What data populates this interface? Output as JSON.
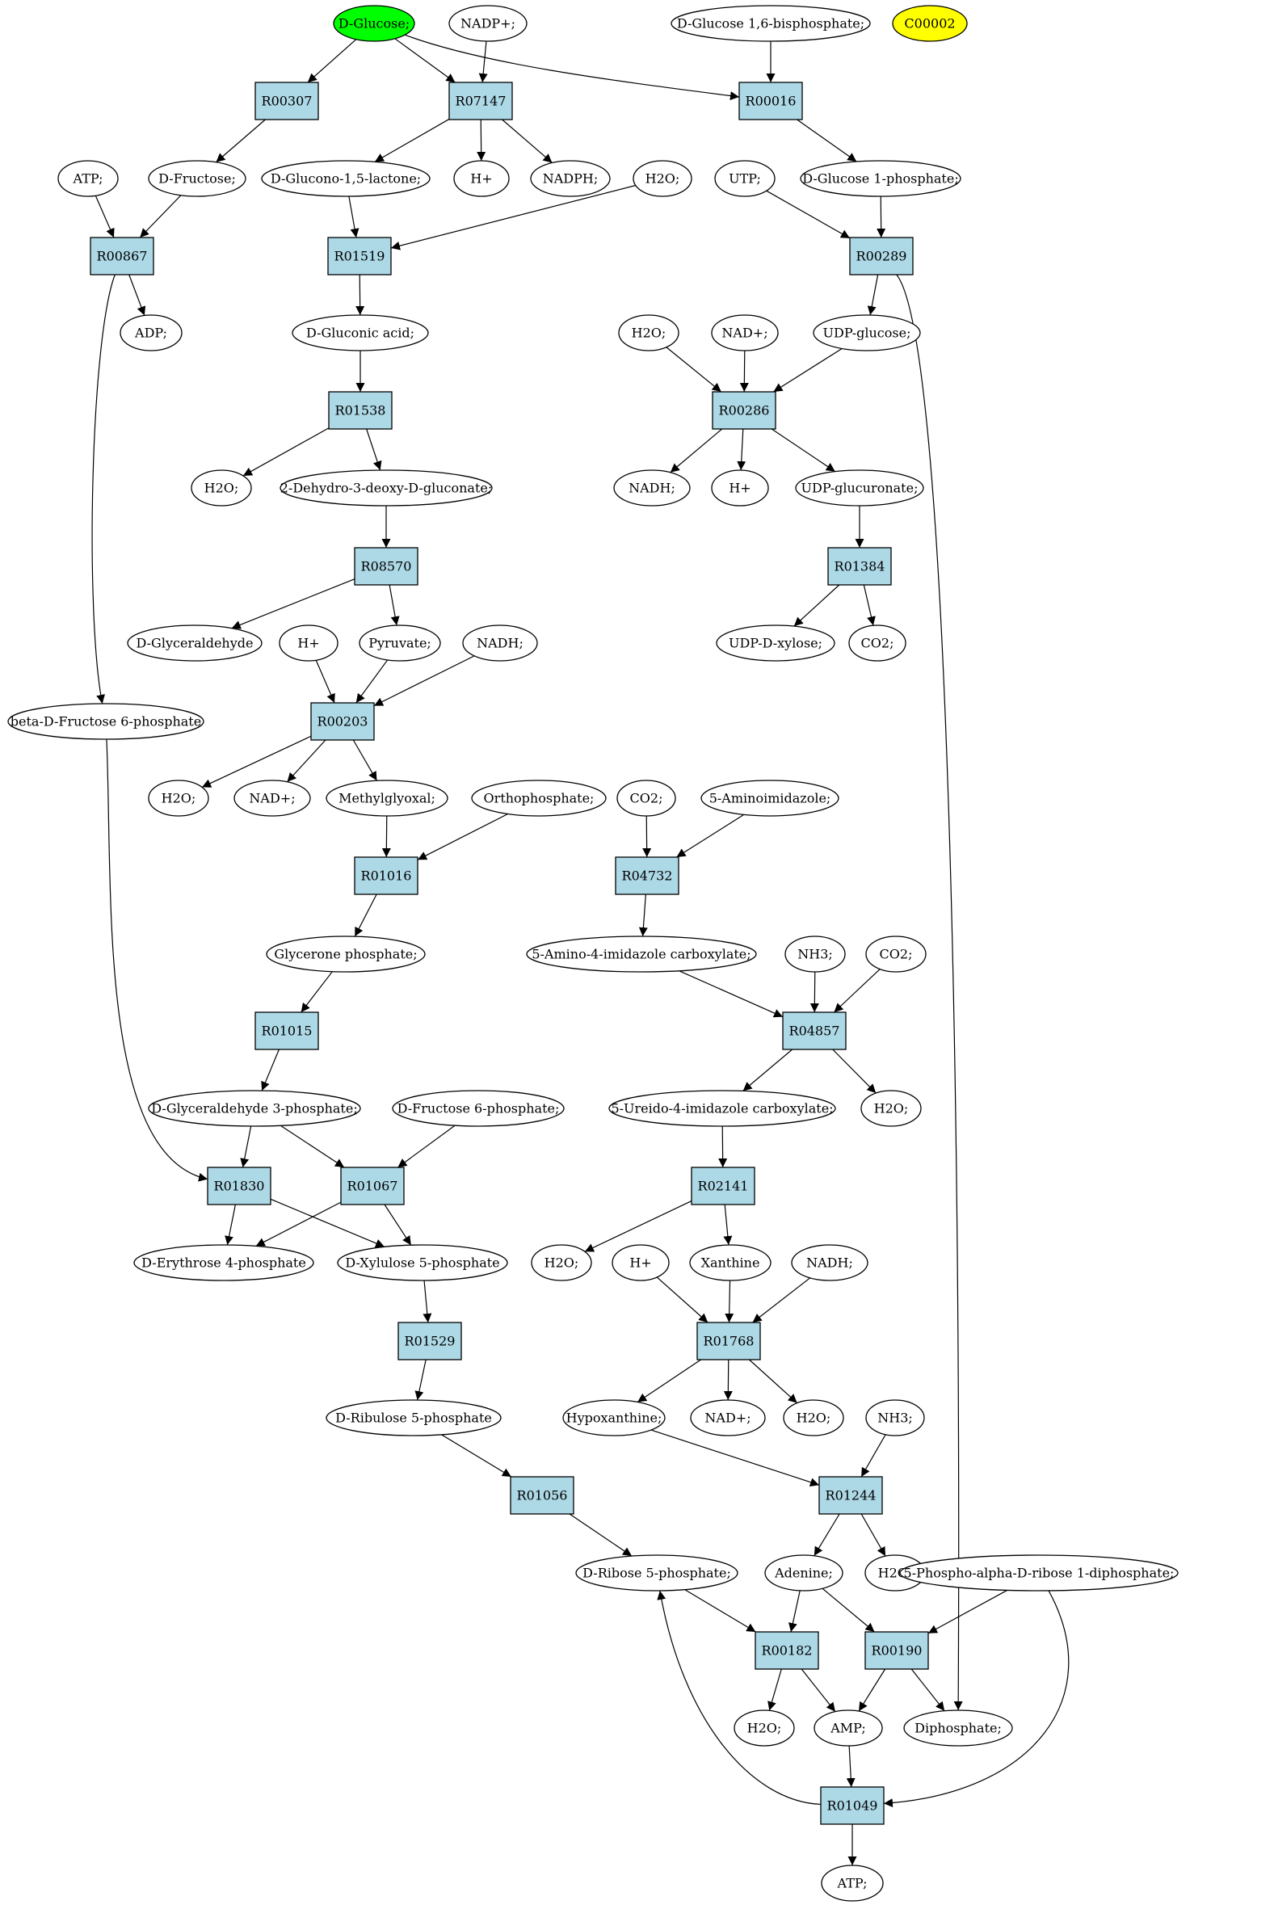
{
  "colors": {
    "reaction_fill": "#add8e6",
    "metabolite_fill": "#ffffff",
    "start_fill": "#00ff00",
    "highlight_fill": "#ffff00",
    "edge": "#000000"
  },
  "nodes": [
    {
      "id": "n_glucose",
      "kind": "metabolite",
      "label": "D-Glucose;",
      "fill": "#00ff00"
    },
    {
      "id": "n_nadp",
      "kind": "metabolite",
      "label": "NADP+;"
    },
    {
      "id": "n_g16bp",
      "kind": "metabolite",
      "label": "D-Glucose 1,6-bisphosphate;"
    },
    {
      "id": "n_c00002",
      "kind": "metabolite",
      "label": "C00002",
      "fill": "#ffff00"
    },
    {
      "id": "r_R00307",
      "kind": "reaction",
      "label": "R00307"
    },
    {
      "id": "r_R07147",
      "kind": "reaction",
      "label": "R07147"
    },
    {
      "id": "r_R00016",
      "kind": "reaction",
      "label": "R00016"
    },
    {
      "id": "n_atp1",
      "kind": "metabolite",
      "label": "ATP;"
    },
    {
      "id": "n_fructose",
      "kind": "metabolite",
      "label": "D-Fructose;"
    },
    {
      "id": "n_glucono",
      "kind": "metabolite",
      "label": "D-Glucono-1,5-lactone;"
    },
    {
      "id": "n_hplus1",
      "kind": "metabolite",
      "label": "H+"
    },
    {
      "id": "n_nadph",
      "kind": "metabolite",
      "label": "NADPH;"
    },
    {
      "id": "n_h2o1",
      "kind": "metabolite",
      "label": "H2O;"
    },
    {
      "id": "n_utp",
      "kind": "metabolite",
      "label": "UTP;"
    },
    {
      "id": "n_g1p",
      "kind": "metabolite",
      "label": "D-Glucose 1-phosphate;"
    },
    {
      "id": "r_R00867",
      "kind": "reaction",
      "label": "R00867"
    },
    {
      "id": "r_R01519",
      "kind": "reaction",
      "label": "R01519"
    },
    {
      "id": "r_R00289",
      "kind": "reaction",
      "label": "R00289"
    },
    {
      "id": "n_adp",
      "kind": "metabolite",
      "label": "ADP;"
    },
    {
      "id": "n_gluconic",
      "kind": "metabolite",
      "label": "D-Gluconic acid;"
    },
    {
      "id": "n_h2o2",
      "kind": "metabolite",
      "label": "H2O;"
    },
    {
      "id": "n_nad1",
      "kind": "metabolite",
      "label": "NAD+;"
    },
    {
      "id": "n_udpglucose",
      "kind": "metabolite",
      "label": "UDP-glucose;"
    },
    {
      "id": "r_R01538",
      "kind": "reaction",
      "label": "R01538"
    },
    {
      "id": "r_R00286",
      "kind": "reaction",
      "label": "R00286"
    },
    {
      "id": "n_h2o3",
      "kind": "metabolite",
      "label": "H2O;"
    },
    {
      "id": "n_kdg",
      "kind": "metabolite",
      "label": "2-Dehydro-3-deoxy-D-gluconate;"
    },
    {
      "id": "n_nadh1",
      "kind": "metabolite",
      "label": "NADH;"
    },
    {
      "id": "n_hplus2",
      "kind": "metabolite",
      "label": "H+"
    },
    {
      "id": "n_udpglucuronate",
      "kind": "metabolite",
      "label": "UDP-glucuronate;"
    },
    {
      "id": "r_R08570",
      "kind": "reaction",
      "label": "R08570"
    },
    {
      "id": "r_R01384",
      "kind": "reaction",
      "label": "R01384"
    },
    {
      "id": "n_glyceraldehyde",
      "kind": "metabolite",
      "label": "D-Glyceraldehyde"
    },
    {
      "id": "n_hplus3",
      "kind": "metabolite",
      "label": "H+"
    },
    {
      "id": "n_pyruvate",
      "kind": "metabolite",
      "label": "Pyruvate;"
    },
    {
      "id": "n_nadh2",
      "kind": "metabolite",
      "label": "NADH;"
    },
    {
      "id": "n_udpxylose",
      "kind": "metabolite",
      "label": "UDP-D-xylose;"
    },
    {
      "id": "n_co2_1",
      "kind": "metabolite",
      "label": "CO2;"
    },
    {
      "id": "n_bf6p",
      "kind": "metabolite",
      "label": "beta-D-Fructose 6-phosphate"
    },
    {
      "id": "r_R00203",
      "kind": "reaction",
      "label": "R00203"
    },
    {
      "id": "n_h2o4",
      "kind": "metabolite",
      "label": "H2O;"
    },
    {
      "id": "n_nad2",
      "kind": "metabolite",
      "label": "NAD+;"
    },
    {
      "id": "n_methylglyoxal",
      "kind": "metabolite",
      "label": "Methylglyoxal;"
    },
    {
      "id": "n_orthophosphate",
      "kind": "metabolite",
      "label": "Orthophosphate;"
    },
    {
      "id": "n_co2_2",
      "kind": "metabolite",
      "label": "CO2;"
    },
    {
      "id": "n_aminoimidazole",
      "kind": "metabolite",
      "label": "5-Aminoimidazole;"
    },
    {
      "id": "r_R01016",
      "kind": "reaction",
      "label": "R01016"
    },
    {
      "id": "r_R04732",
      "kind": "reaction",
      "label": "R04732"
    },
    {
      "id": "n_glyceronep",
      "kind": "metabolite",
      "label": "Glycerone phosphate;"
    },
    {
      "id": "n_aic",
      "kind": "metabolite",
      "label": "5-Amino-4-imidazole carboxylate;"
    },
    {
      "id": "n_nh3_1",
      "kind": "metabolite",
      "label": "NH3;"
    },
    {
      "id": "n_co2_3",
      "kind": "metabolite",
      "label": "CO2;"
    },
    {
      "id": "r_R01015",
      "kind": "reaction",
      "label": "R01015"
    },
    {
      "id": "r_R04857",
      "kind": "reaction",
      "label": "R04857"
    },
    {
      "id": "n_g3p",
      "kind": "metabolite",
      "label": "D-Glyceraldehyde 3-phosphate;"
    },
    {
      "id": "n_f6p",
      "kind": "metabolite",
      "label": "D-Fructose 6-phosphate;"
    },
    {
      "id": "n_uic",
      "kind": "metabolite",
      "label": "5-Ureido-4-imidazole carboxylate;"
    },
    {
      "id": "n_h2o5",
      "kind": "metabolite",
      "label": "H2O;"
    },
    {
      "id": "r_R01830",
      "kind": "reaction",
      "label": "R01830"
    },
    {
      "id": "r_R01067",
      "kind": "reaction",
      "label": "R01067"
    },
    {
      "id": "r_R02141",
      "kind": "reaction",
      "label": "R02141"
    },
    {
      "id": "n_e4p",
      "kind": "metabolite",
      "label": "D-Erythrose 4-phosphate"
    },
    {
      "id": "n_x5p",
      "kind": "metabolite",
      "label": "D-Xylulose 5-phosphate"
    },
    {
      "id": "n_h2o6",
      "kind": "metabolite",
      "label": "H2O;"
    },
    {
      "id": "n_hplus4",
      "kind": "metabolite",
      "label": "H+"
    },
    {
      "id": "n_xanthine",
      "kind": "metabolite",
      "label": "Xanthine"
    },
    {
      "id": "n_nadh3",
      "kind": "metabolite",
      "label": "NADH;"
    },
    {
      "id": "r_R01529",
      "kind": "reaction",
      "label": "R01529"
    },
    {
      "id": "r_R01768",
      "kind": "reaction",
      "label": "R01768"
    },
    {
      "id": "n_ru5p",
      "kind": "metabolite",
      "label": "D-Ribulose 5-phosphate"
    },
    {
      "id": "n_hypoxanthine",
      "kind": "metabolite",
      "label": "Hypoxanthine;"
    },
    {
      "id": "n_nad3",
      "kind": "metabolite",
      "label": "NAD+;"
    },
    {
      "id": "n_h2o7",
      "kind": "metabolite",
      "label": "H2O;"
    },
    {
      "id": "n_nh3_2",
      "kind": "metabolite",
      "label": "NH3;"
    },
    {
      "id": "r_R01056",
      "kind": "reaction",
      "label": "R01056"
    },
    {
      "id": "r_R01244",
      "kind": "reaction",
      "label": "R01244"
    },
    {
      "id": "n_r5p",
      "kind": "metabolite",
      "label": "D-Ribose 5-phosphate;"
    },
    {
      "id": "n_adenine",
      "kind": "metabolite",
      "label": "Adenine;"
    },
    {
      "id": "n_h2o8",
      "kind": "metabolite",
      "label": "H2O;"
    },
    {
      "id": "n_prpp",
      "kind": "metabolite",
      "label": "5-Phospho-alpha-D-ribose 1-diphosphate;"
    },
    {
      "id": "r_R00182",
      "kind": "reaction",
      "label": "R00182"
    },
    {
      "id": "r_R00190",
      "kind": "reaction",
      "label": "R00190"
    },
    {
      "id": "n_h2o9",
      "kind": "metabolite",
      "label": "H2O;"
    },
    {
      "id": "n_amp",
      "kind": "metabolite",
      "label": "AMP;"
    },
    {
      "id": "n_diphosphate",
      "kind": "metabolite",
      "label": "Diphosphate;"
    },
    {
      "id": "r_R01049",
      "kind": "reaction",
      "label": "R01049"
    },
    {
      "id": "n_atp2",
      "kind": "metabolite",
      "label": "ATP;"
    }
  ],
  "edges": [
    [
      "n_glucose",
      "r_R00307"
    ],
    [
      "n_glucose",
      "r_R07147"
    ],
    [
      "n_glucose",
      "r_R00016"
    ],
    [
      "n_nadp",
      "r_R07147"
    ],
    [
      "n_g16bp",
      "r_R00016"
    ],
    [
      "r_R00307",
      "n_fructose"
    ],
    [
      "r_R07147",
      "n_glucono"
    ],
    [
      "r_R07147",
      "n_hplus1"
    ],
    [
      "r_R07147",
      "n_nadph"
    ],
    [
      "r_R00016",
      "n_g1p"
    ],
    [
      "n_atp1",
      "r_R00867"
    ],
    [
      "n_fructose",
      "r_R00867"
    ],
    [
      "n_glucono",
      "r_R01519"
    ],
    [
      "n_h2o1",
      "r_R01519"
    ],
    [
      "n_utp",
      "r_R00289"
    ],
    [
      "n_g1p",
      "r_R00289"
    ],
    [
      "r_R00867",
      "n_adp"
    ],
    [
      "r_R00867",
      "n_bf6p"
    ],
    [
      "r_R01519",
      "n_gluconic"
    ],
    [
      "r_R00289",
      "n_udpglucose"
    ],
    [
      "r_R00289",
      "n_diphosphate"
    ],
    [
      "n_gluconic",
      "r_R01538"
    ],
    [
      "n_h2o2",
      "r_R00286"
    ],
    [
      "n_nad1",
      "r_R00286"
    ],
    [
      "n_udpglucose",
      "r_R00286"
    ],
    [
      "r_R01538",
      "n_h2o3"
    ],
    [
      "r_R01538",
      "n_kdg"
    ],
    [
      "r_R00286",
      "n_nadh1"
    ],
    [
      "r_R00286",
      "n_hplus2"
    ],
    [
      "r_R00286",
      "n_udpglucuronate"
    ],
    [
      "n_kdg",
      "r_R08570"
    ],
    [
      "n_udpglucuronate",
      "r_R01384"
    ],
    [
      "r_R08570",
      "n_glyceraldehyde"
    ],
    [
      "r_R08570",
      "n_pyruvate"
    ],
    [
      "r_R01384",
      "n_udpxylose"
    ],
    [
      "r_R01384",
      "n_co2_1"
    ],
    [
      "n_hplus3",
      "r_R00203"
    ],
    [
      "n_pyruvate",
      "r_R00203"
    ],
    [
      "n_nadh2",
      "r_R00203"
    ],
    [
      "r_R00203",
      "n_h2o4"
    ],
    [
      "r_R00203",
      "n_nad2"
    ],
    [
      "r_R00203",
      "n_methylglyoxal"
    ],
    [
      "n_methylglyoxal",
      "r_R01016"
    ],
    [
      "n_orthophosphate",
      "r_R01016"
    ],
    [
      "n_co2_2",
      "r_R04732"
    ],
    [
      "n_aminoimidazole",
      "r_R04732"
    ],
    [
      "r_R01016",
      "n_glyceronep"
    ],
    [
      "r_R04732",
      "n_aic"
    ],
    [
      "n_glyceronep",
      "r_R01015"
    ],
    [
      "n_aic",
      "r_R04857"
    ],
    [
      "n_nh3_1",
      "r_R04857"
    ],
    [
      "n_co2_3",
      "r_R04857"
    ],
    [
      "r_R01015",
      "n_g3p"
    ],
    [
      "r_R04857",
      "n_uic"
    ],
    [
      "r_R04857",
      "n_h2o5"
    ],
    [
      "n_bf6p",
      "r_R01830"
    ],
    [
      "n_g3p",
      "r_R01830"
    ],
    [
      "n_g3p",
      "r_R01067"
    ],
    [
      "n_f6p",
      "r_R01067"
    ],
    [
      "n_uic",
      "r_R02141"
    ],
    [
      "r_R01830",
      "n_e4p"
    ],
    [
      "r_R01830",
      "n_x5p"
    ],
    [
      "r_R01067",
      "n_e4p"
    ],
    [
      "r_R01067",
      "n_x5p"
    ],
    [
      "r_R02141",
      "n_h2o6"
    ],
    [
      "r_R02141",
      "n_xanthine"
    ],
    [
      "n_x5p",
      "r_R01529"
    ],
    [
      "n_hplus4",
      "r_R01768"
    ],
    [
      "n_xanthine",
      "r_R01768"
    ],
    [
      "n_nadh3",
      "r_R01768"
    ],
    [
      "r_R01529",
      "n_ru5p"
    ],
    [
      "r_R01768",
      "n_hypoxanthine"
    ],
    [
      "r_R01768",
      "n_nad3"
    ],
    [
      "r_R01768",
      "n_h2o7"
    ],
    [
      "n_ru5p",
      "r_R01056"
    ],
    [
      "n_hypoxanthine",
      "r_R01244"
    ],
    [
      "n_nh3_2",
      "r_R01244"
    ],
    [
      "r_R01056",
      "n_r5p"
    ],
    [
      "r_R01244",
      "n_adenine"
    ],
    [
      "r_R01244",
      "n_h2o8"
    ],
    [
      "n_r5p",
      "r_R00182"
    ],
    [
      "n_adenine",
      "r_R00182"
    ],
    [
      "n_adenine",
      "r_R00190"
    ],
    [
      "n_prpp",
      "r_R00190"
    ],
    [
      "r_R00182",
      "n_h2o9"
    ],
    [
      "r_R00182",
      "n_amp"
    ],
    [
      "r_R00190",
      "n_amp"
    ],
    [
      "r_R00190",
      "n_diphosphate"
    ],
    [
      "n_amp",
      "r_R01049"
    ],
    [
      "n_prpp",
      "r_R01049"
    ],
    [
      "r_R01049",
      "n_r5p"
    ],
    [
      "r_R01049",
      "n_atp2"
    ]
  ]
}
